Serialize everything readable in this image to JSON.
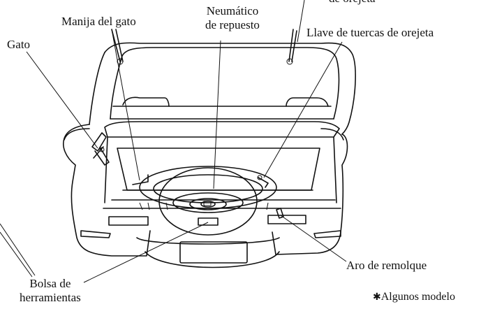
{
  "labels": {
    "truncated_top": "de orejeta",
    "jack": "Gato",
    "jack_handle": "Manija del gato",
    "spare_tire": [
      "Neumático",
      "de repuesto"
    ],
    "lug_wrench": "Llave de tuercas de orejeta",
    "tow_hook": "Aro de remolque",
    "tool_bag": [
      "Bolsa de",
      "herramientas"
    ],
    "note_mark": "✱",
    "note": "Algunos modelo"
  }
}
